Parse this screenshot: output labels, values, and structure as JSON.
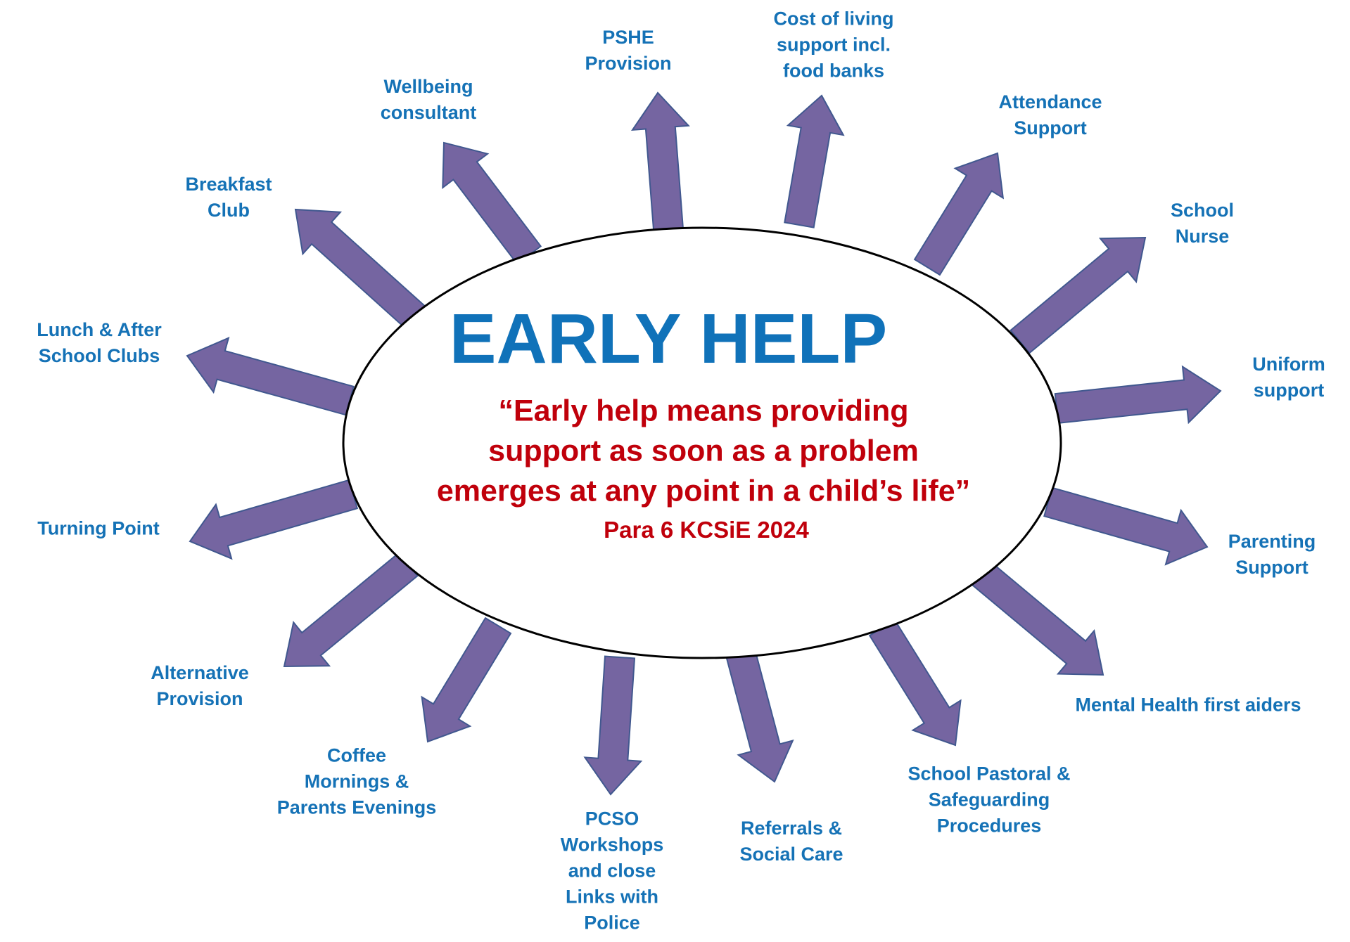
{
  "colors": {
    "label": "#1572b6",
    "title": "#1072b9",
    "quote": "#c0000b",
    "arrow_fill": "#7565a1",
    "arrow_stroke": "#41588f",
    "ellipse_stroke": "#000000",
    "background": "#ffffff"
  },
  "centre": {
    "title": "EARLY HELP",
    "quote_lines": [
      "“Early help means providing",
      "support as soon as a problem",
      "emerges at any point in a child’s life”"
    ],
    "source": "Para 6 KCSiE 2024"
  },
  "spokes": [
    {
      "id": "pshe",
      "lines": [
        "PSHE",
        "Provision"
      ]
    },
    {
      "id": "cost-of-living",
      "lines": [
        "Cost of living",
        "support incl.",
        "food banks"
      ]
    },
    {
      "id": "attendance",
      "lines": [
        "Attendance",
        "Support"
      ]
    },
    {
      "id": "school-nurse",
      "lines": [
        "School",
        "Nurse"
      ]
    },
    {
      "id": "uniform",
      "lines": [
        "Uniform",
        "support"
      ]
    },
    {
      "id": "parenting",
      "lines": [
        "Parenting",
        "Support"
      ]
    },
    {
      "id": "mental-health",
      "lines": [
        "Mental Health first aiders"
      ]
    },
    {
      "id": "pastoral",
      "lines": [
        "School Pastoral &",
        "Safeguarding",
        "Procedures"
      ]
    },
    {
      "id": "referrals",
      "lines": [
        "Referrals &",
        "Social Care"
      ]
    },
    {
      "id": "pcso",
      "lines": [
        "PCSO",
        "Workshops",
        "and close",
        "Links with",
        "Police"
      ]
    },
    {
      "id": "coffee",
      "lines": [
        "Coffee",
        "Mornings &",
        "Parents Evenings"
      ]
    },
    {
      "id": "alternative",
      "lines": [
        "Alternative",
        "Provision"
      ]
    },
    {
      "id": "turning-point",
      "lines": [
        "Turning Point"
      ]
    },
    {
      "id": "lunch-clubs",
      "lines": [
        "Lunch & After",
        "School Clubs"
      ]
    },
    {
      "id": "breakfast",
      "lines": [
        "Breakfast",
        "Club"
      ]
    },
    {
      "id": "wellbeing",
      "lines": [
        "Wellbeing",
        "consultant"
      ]
    }
  ]
}
